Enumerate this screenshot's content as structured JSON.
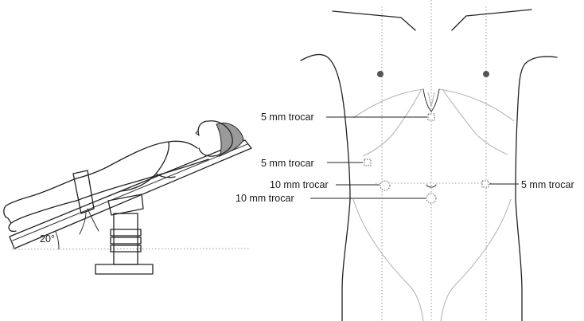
{
  "angle_label": "20°",
  "trocars": [
    {
      "label": "5 mm trocar"
    },
    {
      "label": "5 mm trocar"
    },
    {
      "label": "10 mm trocar"
    },
    {
      "label": "10 mm trocar"
    },
    {
      "label": "5 mm trocar"
    }
  ],
  "colors": {
    "line": "#222222",
    "ribs": "#b5b5b5",
    "nipple": "#555555",
    "head_pad": "#9a9a9a"
  }
}
